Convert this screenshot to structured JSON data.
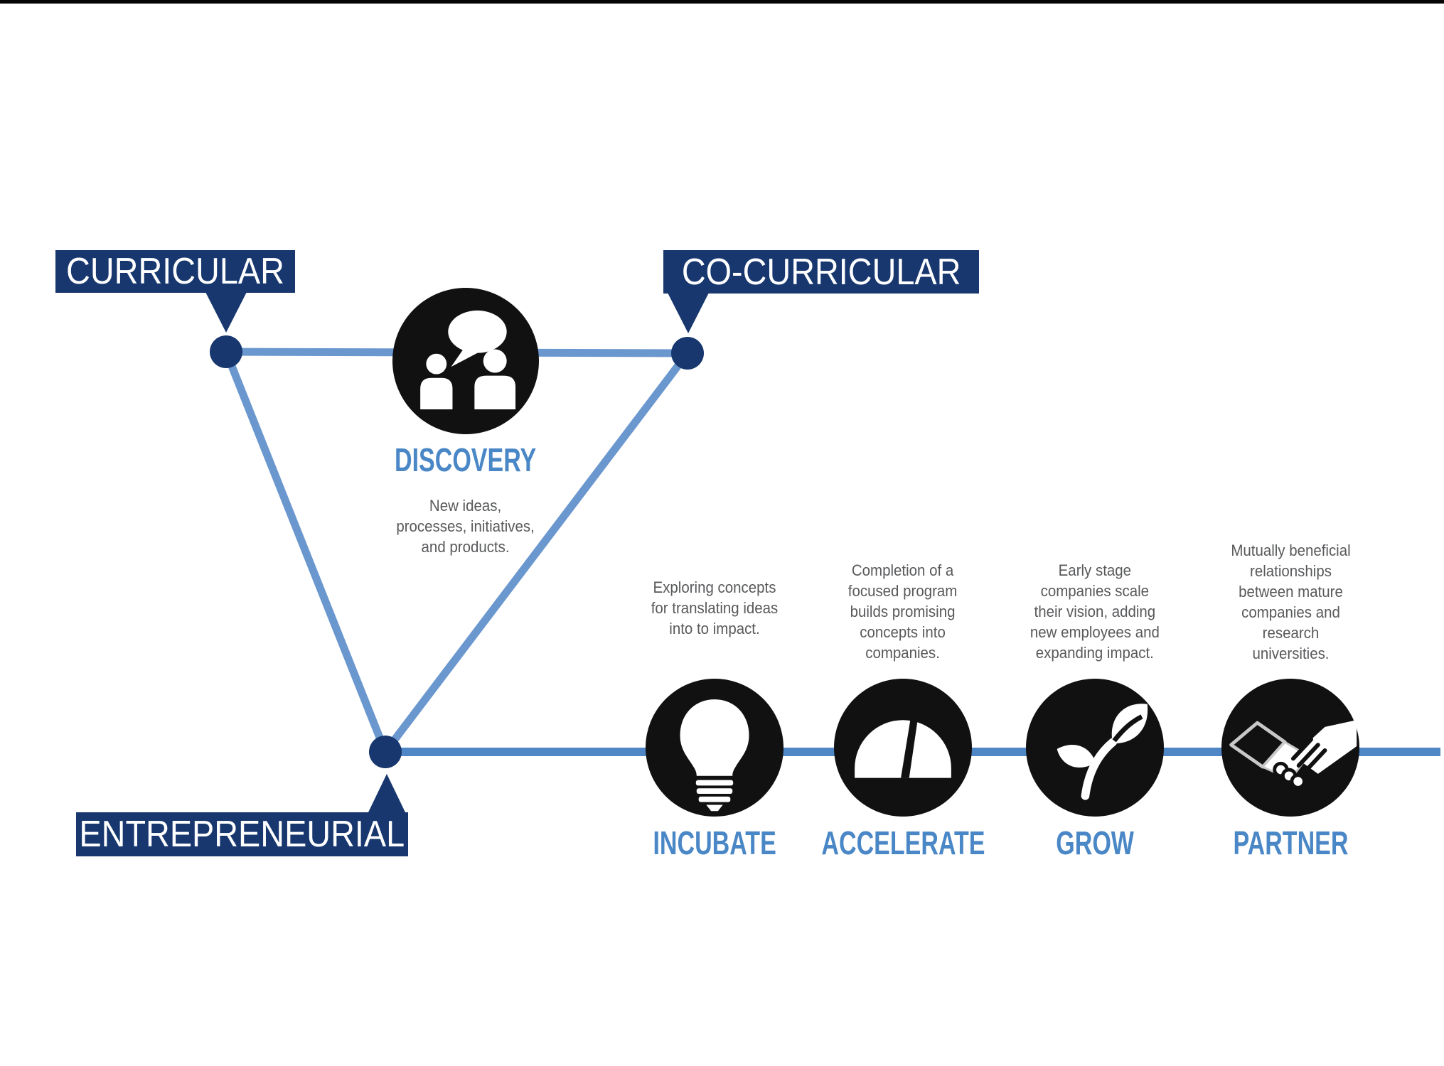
{
  "diagram_title": "",
  "colors": {
    "navy": "#17376e",
    "triangle_line_blue": "#6b97cf",
    "pipeline_line_blue": "#4f86c6",
    "heading_blue": "#4a87c6",
    "description_gray": "#58595b",
    "icon_black": "#111111",
    "top_border_black": "#050505"
  },
  "nodes": {
    "curricular": {
      "label": "CURRICULAR"
    },
    "co_curricular": {
      "label": "CO-CURRICULAR"
    },
    "entrepreneurial": {
      "label": "ENTREPRENEURIAL"
    }
  },
  "discovery": {
    "heading": "DISCOVERY",
    "icon": "discussion-icon",
    "description": "New ideas,\nprocesses, initiatives,\nand products."
  },
  "stages": [
    {
      "label": "INCUBATE",
      "icon": "lightbulb-icon",
      "description": "Exploring concepts\nfor translating ideas\ninto to impact."
    },
    {
      "label": "ACCELERATE",
      "icon": "gauge-icon",
      "description": "Completion of a\nfocused program\nbuilds promising\nconcepts into\ncompanies."
    },
    {
      "label": "GROW",
      "icon": "sprout-icon",
      "description": "Early stage\ncompanies scale\ntheir vision, adding\nnew employees and\nexpanding impact."
    },
    {
      "label": "PARTNER",
      "icon": "handshake-icon",
      "description": "Mutually beneficial\nrelationships\nbetween mature\ncompanies and\nresearch\nuniversities."
    }
  ]
}
